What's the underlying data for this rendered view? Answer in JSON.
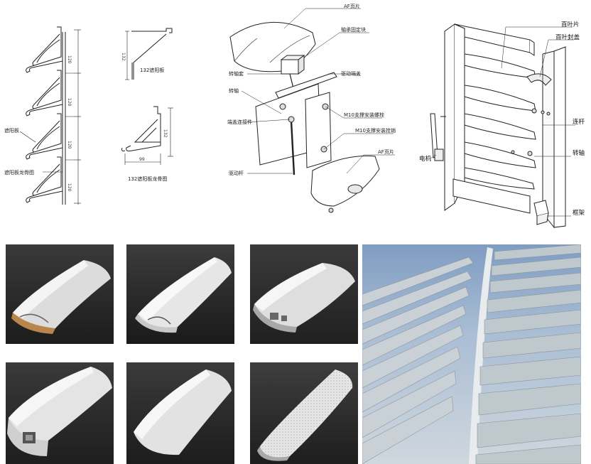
{
  "panel1": {
    "label_blade": "遮阳板",
    "label_keel": "遮阳板龙骨图",
    "dims": [
      "120",
      "120",
      "120",
      "120"
    ]
  },
  "panel2": {
    "top_caption": "132遮阳板",
    "top_dim": "132",
    "bottom_caption": "132遮阳板龙骨图",
    "bottom_dim_v": "132",
    "bottom_dim_h": "99"
  },
  "panel3": {
    "labels": {
      "af_blade_top": "AF页片",
      "bearing_seat": "轴承固定块",
      "shaft_sleeve": "转轴套",
      "drive_cover": "驱动端盖",
      "shaft": "转轴",
      "m10_bolt": "M10支撑安装螺栓",
      "end_cover_piece": "端盖连接件",
      "m10_pin": "M10支撑安装拴销",
      "af_blade_bottom": "AF页片",
      "drive_rod": "驱动杆"
    }
  },
  "panel4": {
    "labels": {
      "louver": "百叶片",
      "louver_cap": "百叶封盖",
      "link_rod": "连杆",
      "motor": "电机",
      "shaft": "转轴",
      "frame": "框架"
    }
  }
}
